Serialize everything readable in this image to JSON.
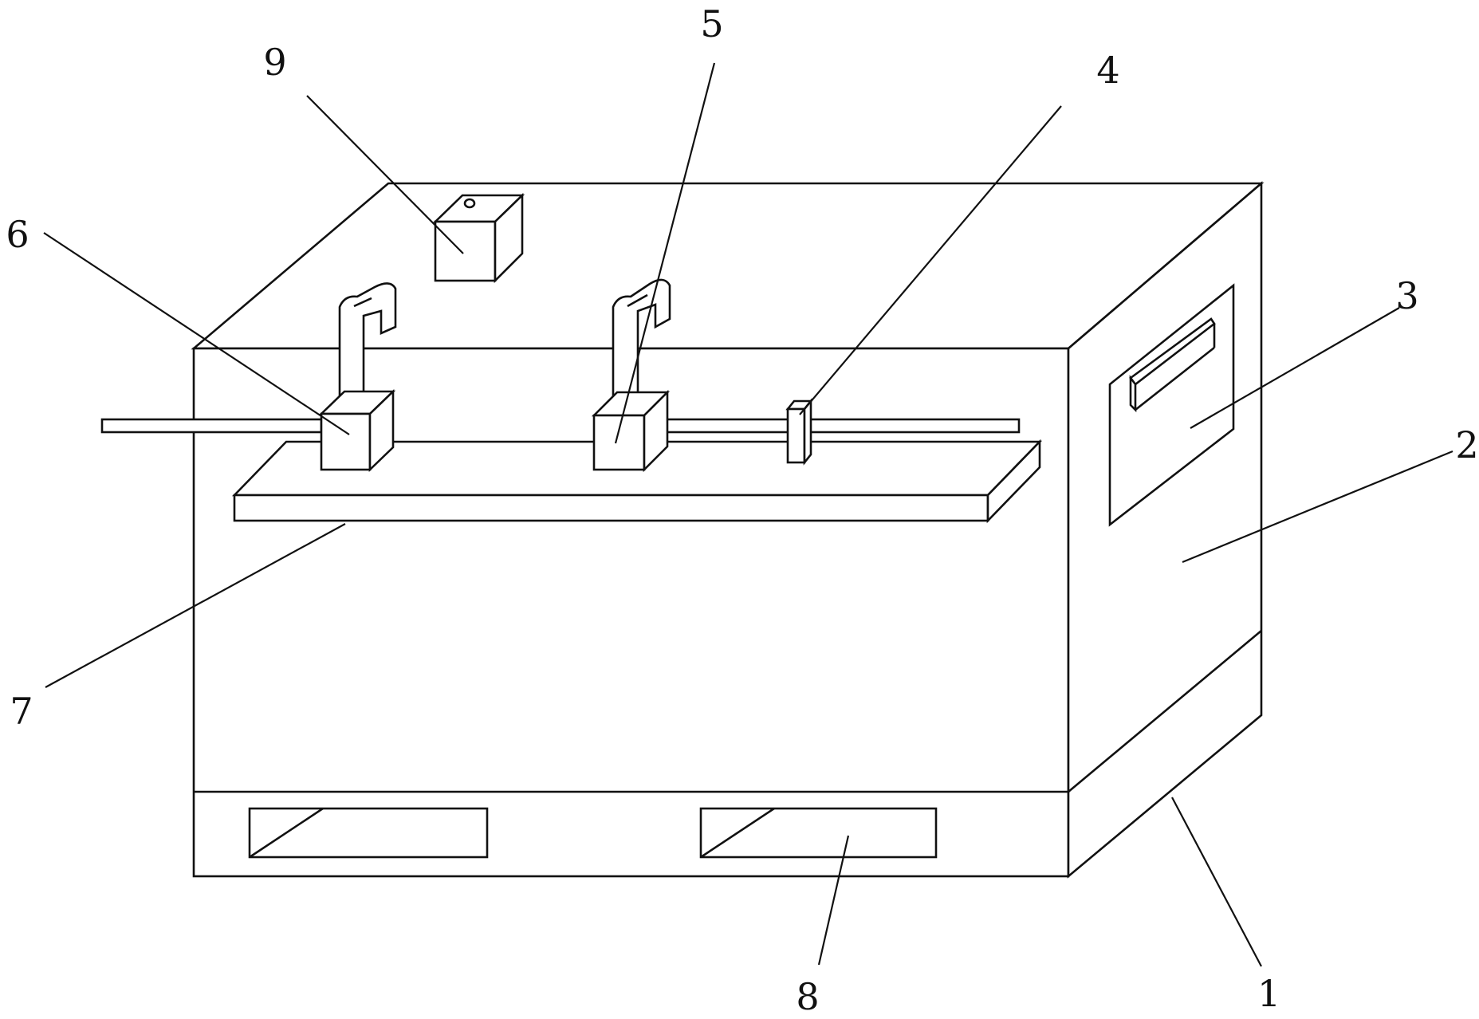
{
  "diagram": {
    "callouts": [
      {
        "id": "c1",
        "text": "1"
      },
      {
        "id": "c2",
        "text": "2"
      },
      {
        "id": "c3",
        "text": "3"
      },
      {
        "id": "c4",
        "text": "4"
      },
      {
        "id": "c5",
        "text": "5"
      },
      {
        "id": "c6",
        "text": "6"
      },
      {
        "id": "c7",
        "text": "7"
      },
      {
        "id": "c8",
        "text": "8"
      },
      {
        "id": "c9",
        "text": "9"
      }
    ]
  }
}
